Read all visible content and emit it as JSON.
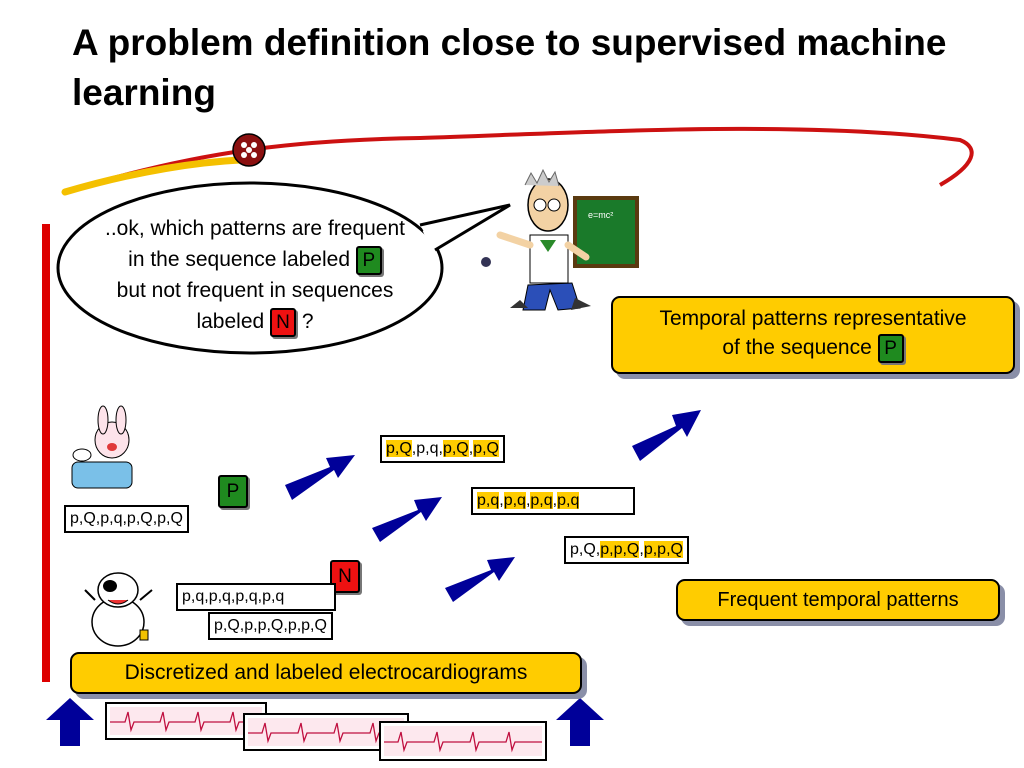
{
  "title": "A problem definition close to supervised machine learning",
  "bubble": {
    "line1": "..ok, which patterns are frequent",
    "line2": "in the sequence labeled",
    "line3": "but not frequent in sequences",
    "line4": "labeled",
    "line4_end": " ?",
    "tag_p": "P",
    "tag_n": "N"
  },
  "box_representative": {
    "line1": "Temporal patterns representative",
    "line2": "of the sequence",
    "tag": "P"
  },
  "box_frequent": {
    "label": "Frequent temporal patterns"
  },
  "box_ecg": {
    "label": "Discretized and labeled electrocardiograms"
  },
  "labels": {
    "p": "P",
    "n": "N"
  },
  "sequences": {
    "positive": "p,Q,p,q,p,Q,p,Q",
    "negative_1": "p,q,p,q,p,q,p,q",
    "negative_2": "p,Q,p,p,Q,p,p,Q",
    "pattern_1": [
      {
        "t": "p,Q",
        "h": true
      },
      {
        "t": ",p,q,",
        "h": false
      },
      {
        "t": "p,Q",
        "h": true
      },
      {
        "t": ",",
        "h": false
      },
      {
        "t": "p,Q",
        "h": true
      }
    ],
    "pattern_2": [
      {
        "t": "p,q",
        "h": true
      },
      {
        "t": ",",
        "h": false
      },
      {
        "t": "p,q",
        "h": true
      },
      {
        "t": ",",
        "h": false
      },
      {
        "t": "p,q",
        "h": true
      },
      {
        "t": ",",
        "h": false
      },
      {
        "t": "p,q",
        "h": true
      }
    ],
    "pattern_3": [
      {
        "t": "p,Q,",
        "h": false
      },
      {
        "t": "p,p,Q",
        "h": true
      },
      {
        "t": ",",
        "h": false
      },
      {
        "t": "p,p,Q",
        "h": true
      }
    ]
  },
  "colors": {
    "accent_yellow": "#ffcc00",
    "arrow_blue": "#000099",
    "bar_red": "#dd0000",
    "tag_green": "#1f8a1f",
    "tag_red": "#ee1111"
  },
  "icons": [
    "professor-illustration",
    "rabbit-illustration",
    "dog-illustration",
    "ecg-strip",
    "big-arrow",
    "ornament-ball"
  ]
}
